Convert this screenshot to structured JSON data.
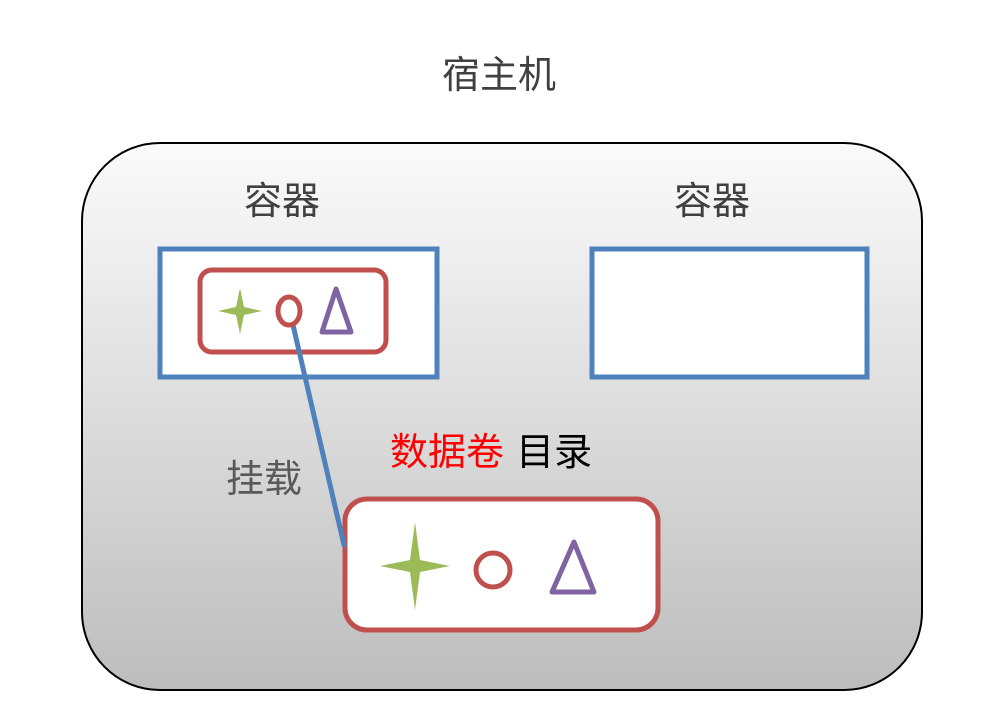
{
  "host": {
    "title": "宿主机"
  },
  "containers": [
    {
      "label": "容器"
    },
    {
      "label": "容器"
    }
  ],
  "mount": {
    "label": "挂载"
  },
  "volume": {
    "label_red": "数据卷",
    "label_black": "目录"
  },
  "colors": {
    "host_border": "#000000",
    "container_border": "#4f81bd",
    "volume_border": "#c0504d",
    "mount_line": "#4f81bd",
    "star": "#9bbb59",
    "circle": "#c0504d",
    "triangle": "#8064a2",
    "volume_label_red": "#ff0000"
  },
  "icons": [
    "four-point-star-icon",
    "circle-icon",
    "triangle-icon"
  ]
}
